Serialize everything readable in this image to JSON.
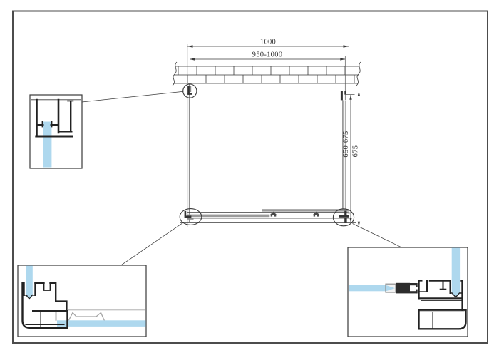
{
  "page": {
    "background": "#ffffff",
    "border_color": "#4c4c4c"
  },
  "drawing": {
    "dimensions": {
      "top_total": "1000",
      "top_range": "950-1000",
      "side_range": "650-675",
      "side_total": "675"
    },
    "colors": {
      "glass": "#aed8ee",
      "line": "#3a3a3a",
      "profile": "#222222",
      "ghost": "#9a9a9a",
      "seal_block": "#2d2d2d"
    }
  }
}
